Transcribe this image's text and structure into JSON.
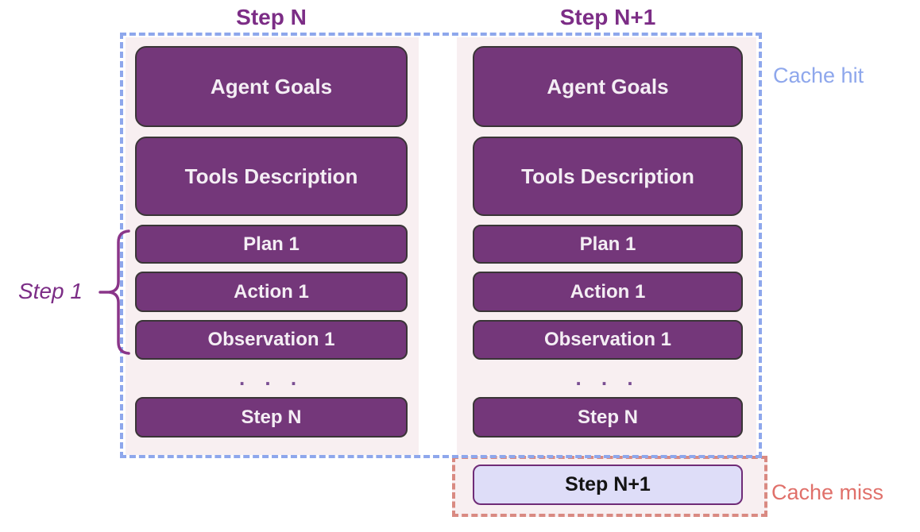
{
  "diagram": {
    "ellipsis": ". . .",
    "columns": [
      {
        "title": "Step N",
        "boxes": [
          "Agent Goals",
          "Tools Description",
          "Plan 1",
          "Action 1",
          "Observation 1",
          "Step N"
        ]
      },
      {
        "title": "Step N+1",
        "boxes": [
          "Agent Goals",
          "Tools Description",
          "Plan 1",
          "Action 1",
          "Observation 1",
          "Step N"
        ],
        "extra_box": "Step N+1"
      }
    ],
    "annotations": {
      "cache_hit": "Cache hit",
      "cache_miss": "Cache miss",
      "step_group": "Step 1"
    },
    "colors": {
      "box_fill": "#74377A",
      "box_border": "#3A3537",
      "box_text": "#F4EEF4",
      "panel_bg": "#F8EFF1",
      "title_text": "#7C2D86",
      "cache_hit_accent": "#8EA7EC",
      "cache_miss_accent": "#D98A82",
      "cache_miss_text": "#E0706A",
      "miss_box_fill": "#DEDDF8",
      "miss_box_border": "#6F2B77",
      "brace": "#8A3589"
    }
  }
}
